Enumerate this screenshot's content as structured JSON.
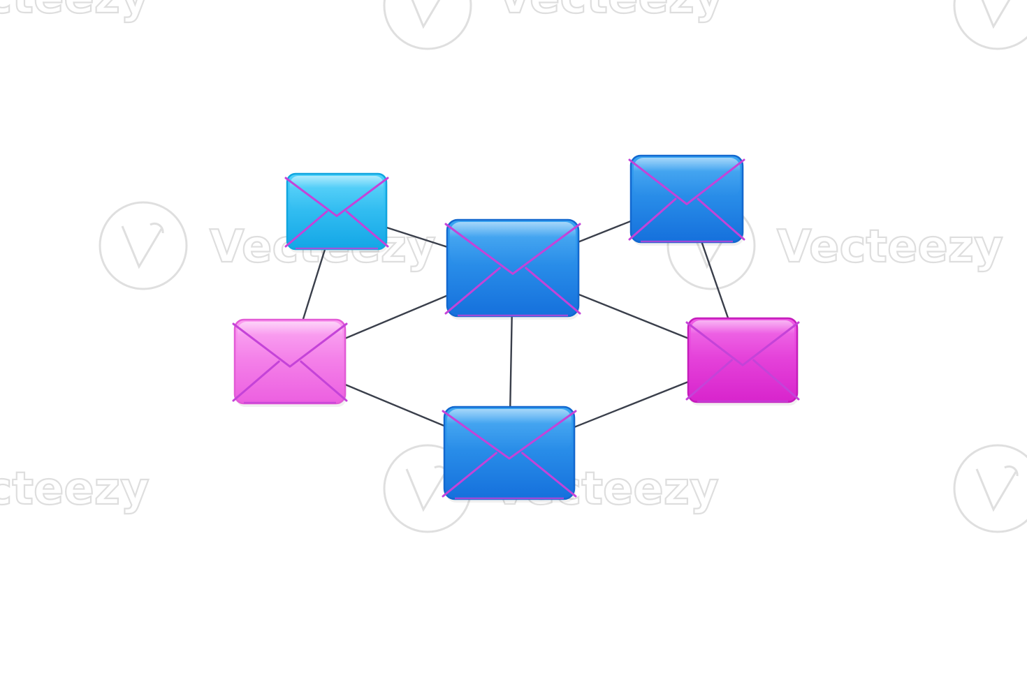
{
  "watermark": {
    "text": "Vecteezy",
    "color": "#d9d9d9"
  },
  "colors": {
    "cyan_envelope": "#1fb8ee",
    "blue_envelope": "#1d86e6",
    "pink_envelope": "#f27ae6",
    "magenta_envelope": "#e33bd8",
    "envelope_flap_line": "#c443d8",
    "connector_line": "#3a3f4b",
    "background": "#ffffff"
  },
  "network": {
    "nodes": [
      {
        "id": "center",
        "icon": "mail-envelope-icon",
        "color": "blue"
      },
      {
        "id": "top-left",
        "icon": "mail-envelope-icon",
        "color": "cyan"
      },
      {
        "id": "top-right",
        "icon": "mail-envelope-icon",
        "color": "blue"
      },
      {
        "id": "mid-left",
        "icon": "mail-envelope-icon",
        "color": "pink"
      },
      {
        "id": "mid-right",
        "icon": "mail-envelope-icon",
        "color": "magenta"
      },
      {
        "id": "bottom",
        "icon": "mail-envelope-icon",
        "color": "blue"
      }
    ],
    "edges": [
      [
        "top-left",
        "center"
      ],
      [
        "center",
        "top-right"
      ],
      [
        "top-left",
        "mid-left"
      ],
      [
        "top-right",
        "mid-right"
      ],
      [
        "center",
        "mid-left"
      ],
      [
        "center",
        "mid-right"
      ],
      [
        "center",
        "bottom"
      ],
      [
        "mid-left",
        "bottom"
      ],
      [
        "bottom",
        "mid-right"
      ]
    ]
  }
}
